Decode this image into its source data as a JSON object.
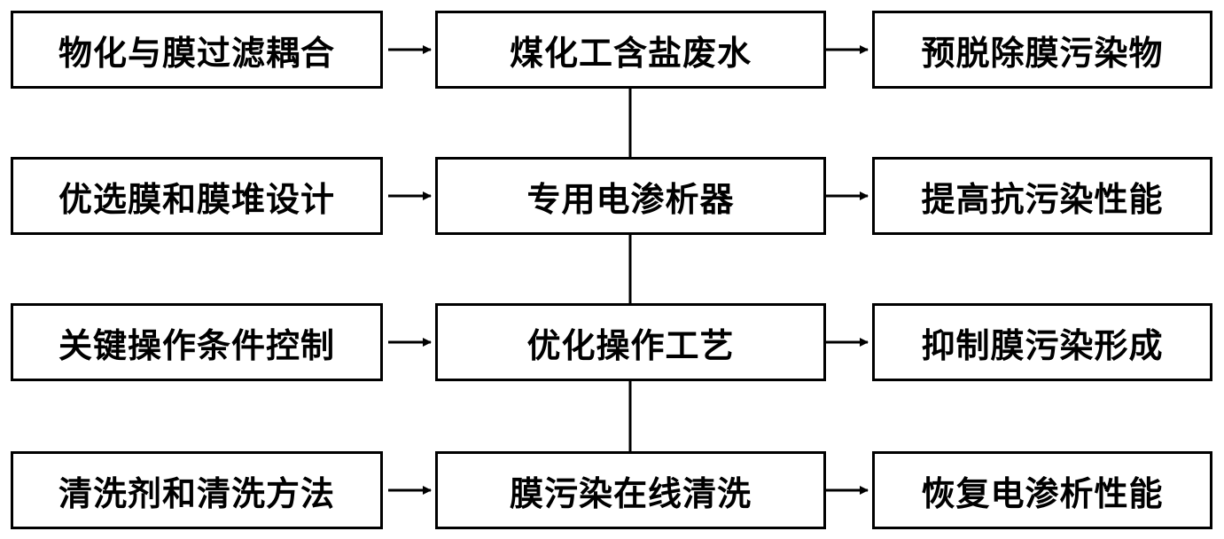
{
  "rows": [
    {
      "left": "物化与膜过滤耦合",
      "center": "煤化工含盐废水",
      "right": "预脱除膜污染物"
    },
    {
      "left": "优选膜和膜堆设计",
      "center": "专用电渗析器",
      "right": "提高抗污染性能"
    },
    {
      "left": "关键操作条件控制",
      "center": "优化操作工艺",
      "right": "抑制膜污染形成"
    },
    {
      "left": "清洗剂和清洗方法",
      "center": "膜污染在线清洗",
      "right": "恢复电渗析性能"
    }
  ]
}
